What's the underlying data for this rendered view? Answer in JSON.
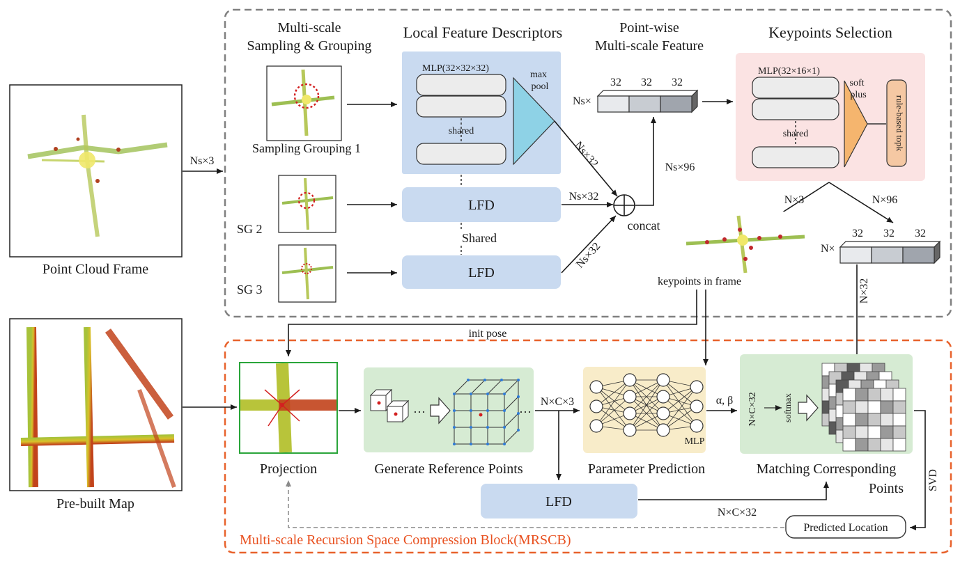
{
  "colors": {
    "blue_panel": "#c9daf0",
    "pink_panel": "#fbe3e3",
    "green_panel": "#d6ebd3",
    "yellow_panel": "#f8ecc9",
    "dashed_gray": "#808080",
    "dashed_orange": "#e8622c",
    "mrscb_text": "#e8501f",
    "funnel_blue": "#8ed2e6",
    "funnel_orange": "#f5b56e",
    "circle_red": "#d32020",
    "projection_border": "#2aa53a"
  },
  "left": {
    "point_cloud_label": "Point Cloud Frame",
    "prebuilt_map_label": "Pre-built Map",
    "ns3_label": "Ns×3"
  },
  "top_block": {
    "sampling_title_1": "Multi-scale",
    "sampling_title_2": "Sampling & Grouping",
    "sg1_label": "Sampling Grouping 1",
    "sg2_label": "SG 2",
    "sg3_label": "SG 3",
    "lfd_title": "Local Feature Descriptors",
    "mlp_label": "MLP(32×32×32)",
    "max_label": "max",
    "pool_label": "pool",
    "shared_label": "shared",
    "lfd_box1": "LFD",
    "lfd_box2": "LFD",
    "shared_big": "Shared",
    "pointwise_title_1": "Point-wise",
    "pointwise_title_2": "Multi-scale Feature",
    "ns_x": "Ns×",
    "feat_dims": [
      "32",
      "32",
      "32"
    ],
    "ns32_a": "Ns×32",
    "ns32_b": "Ns×32",
    "ns32_c": "Ns×32",
    "ns96": "Ns×96",
    "concat": "concat",
    "keypoints_title": "Keypoints Selection",
    "kp_mlp": "MLP(32×16×1)",
    "soft": "soft",
    "plus": "plus",
    "kp_shared": "shared",
    "topk": "rule-based topk",
    "n3": "N×3",
    "n96": "N×96",
    "n_x": "N×",
    "n_dims": [
      "32",
      "32",
      "32"
    ],
    "keypoints_frame": "keypoints in frame",
    "n32": "N×32"
  },
  "bottom_block": {
    "init_pose": "init pose",
    "projection": "Projection",
    "gen_ref": "Generate Reference Points",
    "dots1": "···",
    "dots2": "···",
    "nc3": "N×C×3",
    "param_pred": "Parameter Prediction",
    "mlp": "MLP",
    "alpha_beta": "α, β",
    "nc32_vert": "N×C×32",
    "softmax": "softmax",
    "match_1": "Matching Corresponding",
    "match_2": "Points",
    "svd": "SVD",
    "lfd": "LFD",
    "nc32": "N×C×32",
    "predicted": "Predicted Location",
    "mrscb": "Multi-scale Recursion Space Compression Block(MRSCB)"
  }
}
